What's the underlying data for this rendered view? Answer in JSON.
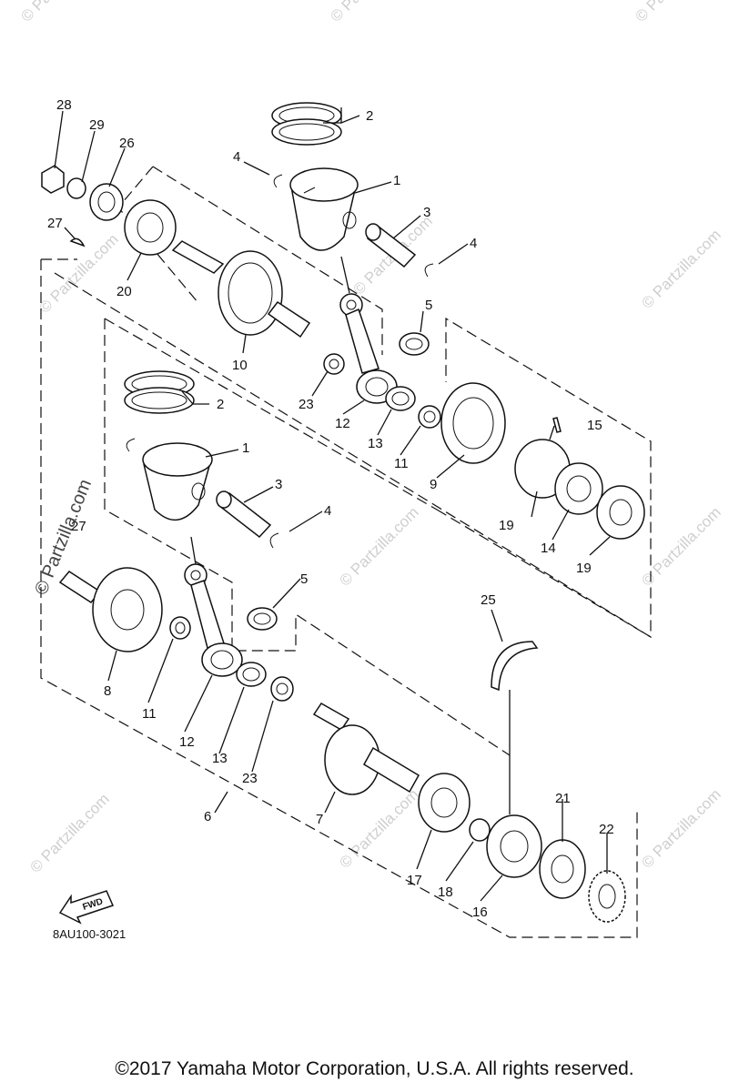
{
  "diagram": {
    "code": "8AU100-3021",
    "fwd_label": "FWD",
    "side_mark": "© Partzilla.com",
    "watermark_text": "© Partzilla.com",
    "callouts": [
      "1",
      "2",
      "3",
      "4",
      "5",
      "6",
      "7",
      "8",
      "9",
      "10",
      "11",
      "12",
      "13",
      "14",
      "15",
      "16",
      "17",
      "18",
      "19",
      "20",
      "21",
      "22",
      "23",
      "25",
      "26",
      "27",
      "28",
      "29"
    ],
    "parts": [
      "piston",
      "piston-ring",
      "piston-pin",
      "circlip",
      "needle-bearing",
      "crankshaft",
      "connecting-rod",
      "bearing",
      "oil-seal",
      "key",
      "nut",
      "washer",
      "sprocket"
    ]
  },
  "footer": {
    "copyright": "©2017  Yamaha Motor Corporation, U.S.A. All rights reserved."
  }
}
